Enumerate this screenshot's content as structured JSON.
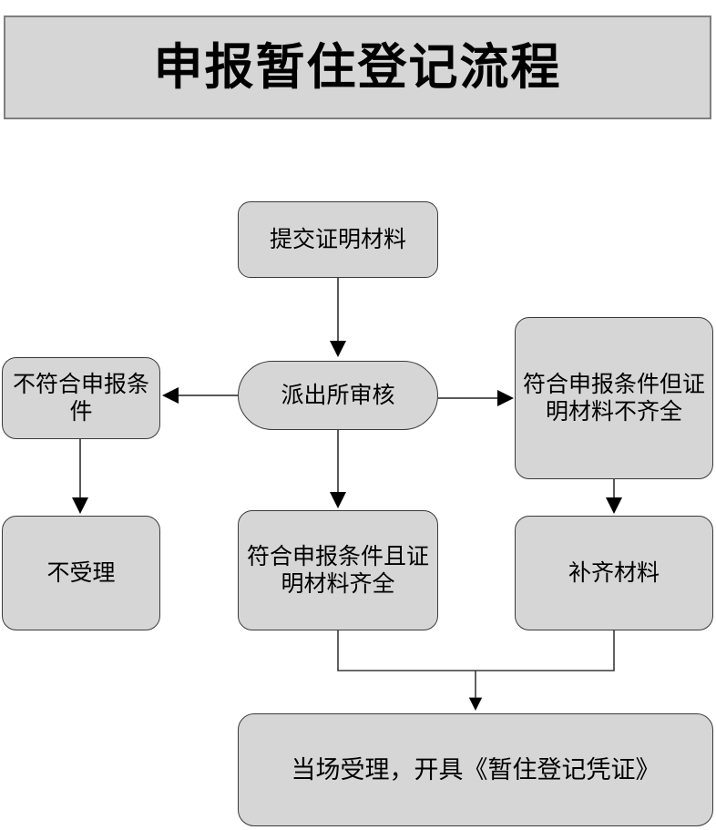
{
  "title": {
    "text": "申报暂住登记流程"
  },
  "colors": {
    "node_fill": "#d6d6d6",
    "node_border": "#3a3a3a",
    "banner_fill": "#d6d6d6",
    "banner_border": "#7f7f7f",
    "connector_line": "#595959",
    "arrow_head": "#000000",
    "page_background": "#ffffff",
    "text": "#000000"
  },
  "flow": {
    "nodes": [
      {
        "id": "submit",
        "label": "提交证明材料",
        "shape": "rounded-rect"
      },
      {
        "id": "review",
        "label": "派出所审核",
        "shape": "stadium"
      },
      {
        "id": "nocond",
        "label": "不符合申报条件",
        "shape": "rounded-rect"
      },
      {
        "id": "partial",
        "label": "符合申报条件但证明材料不齐全",
        "shape": "rounded-rect"
      },
      {
        "id": "reject",
        "label": "不受理",
        "shape": "rounded-rect"
      },
      {
        "id": "complete",
        "label": "符合申报条件且证明材料齐全",
        "shape": "rounded-rect"
      },
      {
        "id": "supply",
        "label": "补齐材料",
        "shape": "rounded-rect"
      },
      {
        "id": "accept",
        "label": "当场受理，开具《暂住登记凭证》",
        "shape": "rounded-rect"
      }
    ],
    "edges": [
      {
        "from": "submit",
        "to": "review",
        "direction": "down"
      },
      {
        "from": "review",
        "to": "nocond",
        "direction": "left"
      },
      {
        "from": "review",
        "to": "partial",
        "direction": "right"
      },
      {
        "from": "review",
        "to": "complete",
        "direction": "down"
      },
      {
        "from": "nocond",
        "to": "reject",
        "direction": "down"
      },
      {
        "from": "partial",
        "to": "supply",
        "direction": "down"
      },
      {
        "from": "complete",
        "to": "accept",
        "direction": "down-merge"
      },
      {
        "from": "supply",
        "to": "accept",
        "direction": "down-merge"
      }
    ]
  }
}
